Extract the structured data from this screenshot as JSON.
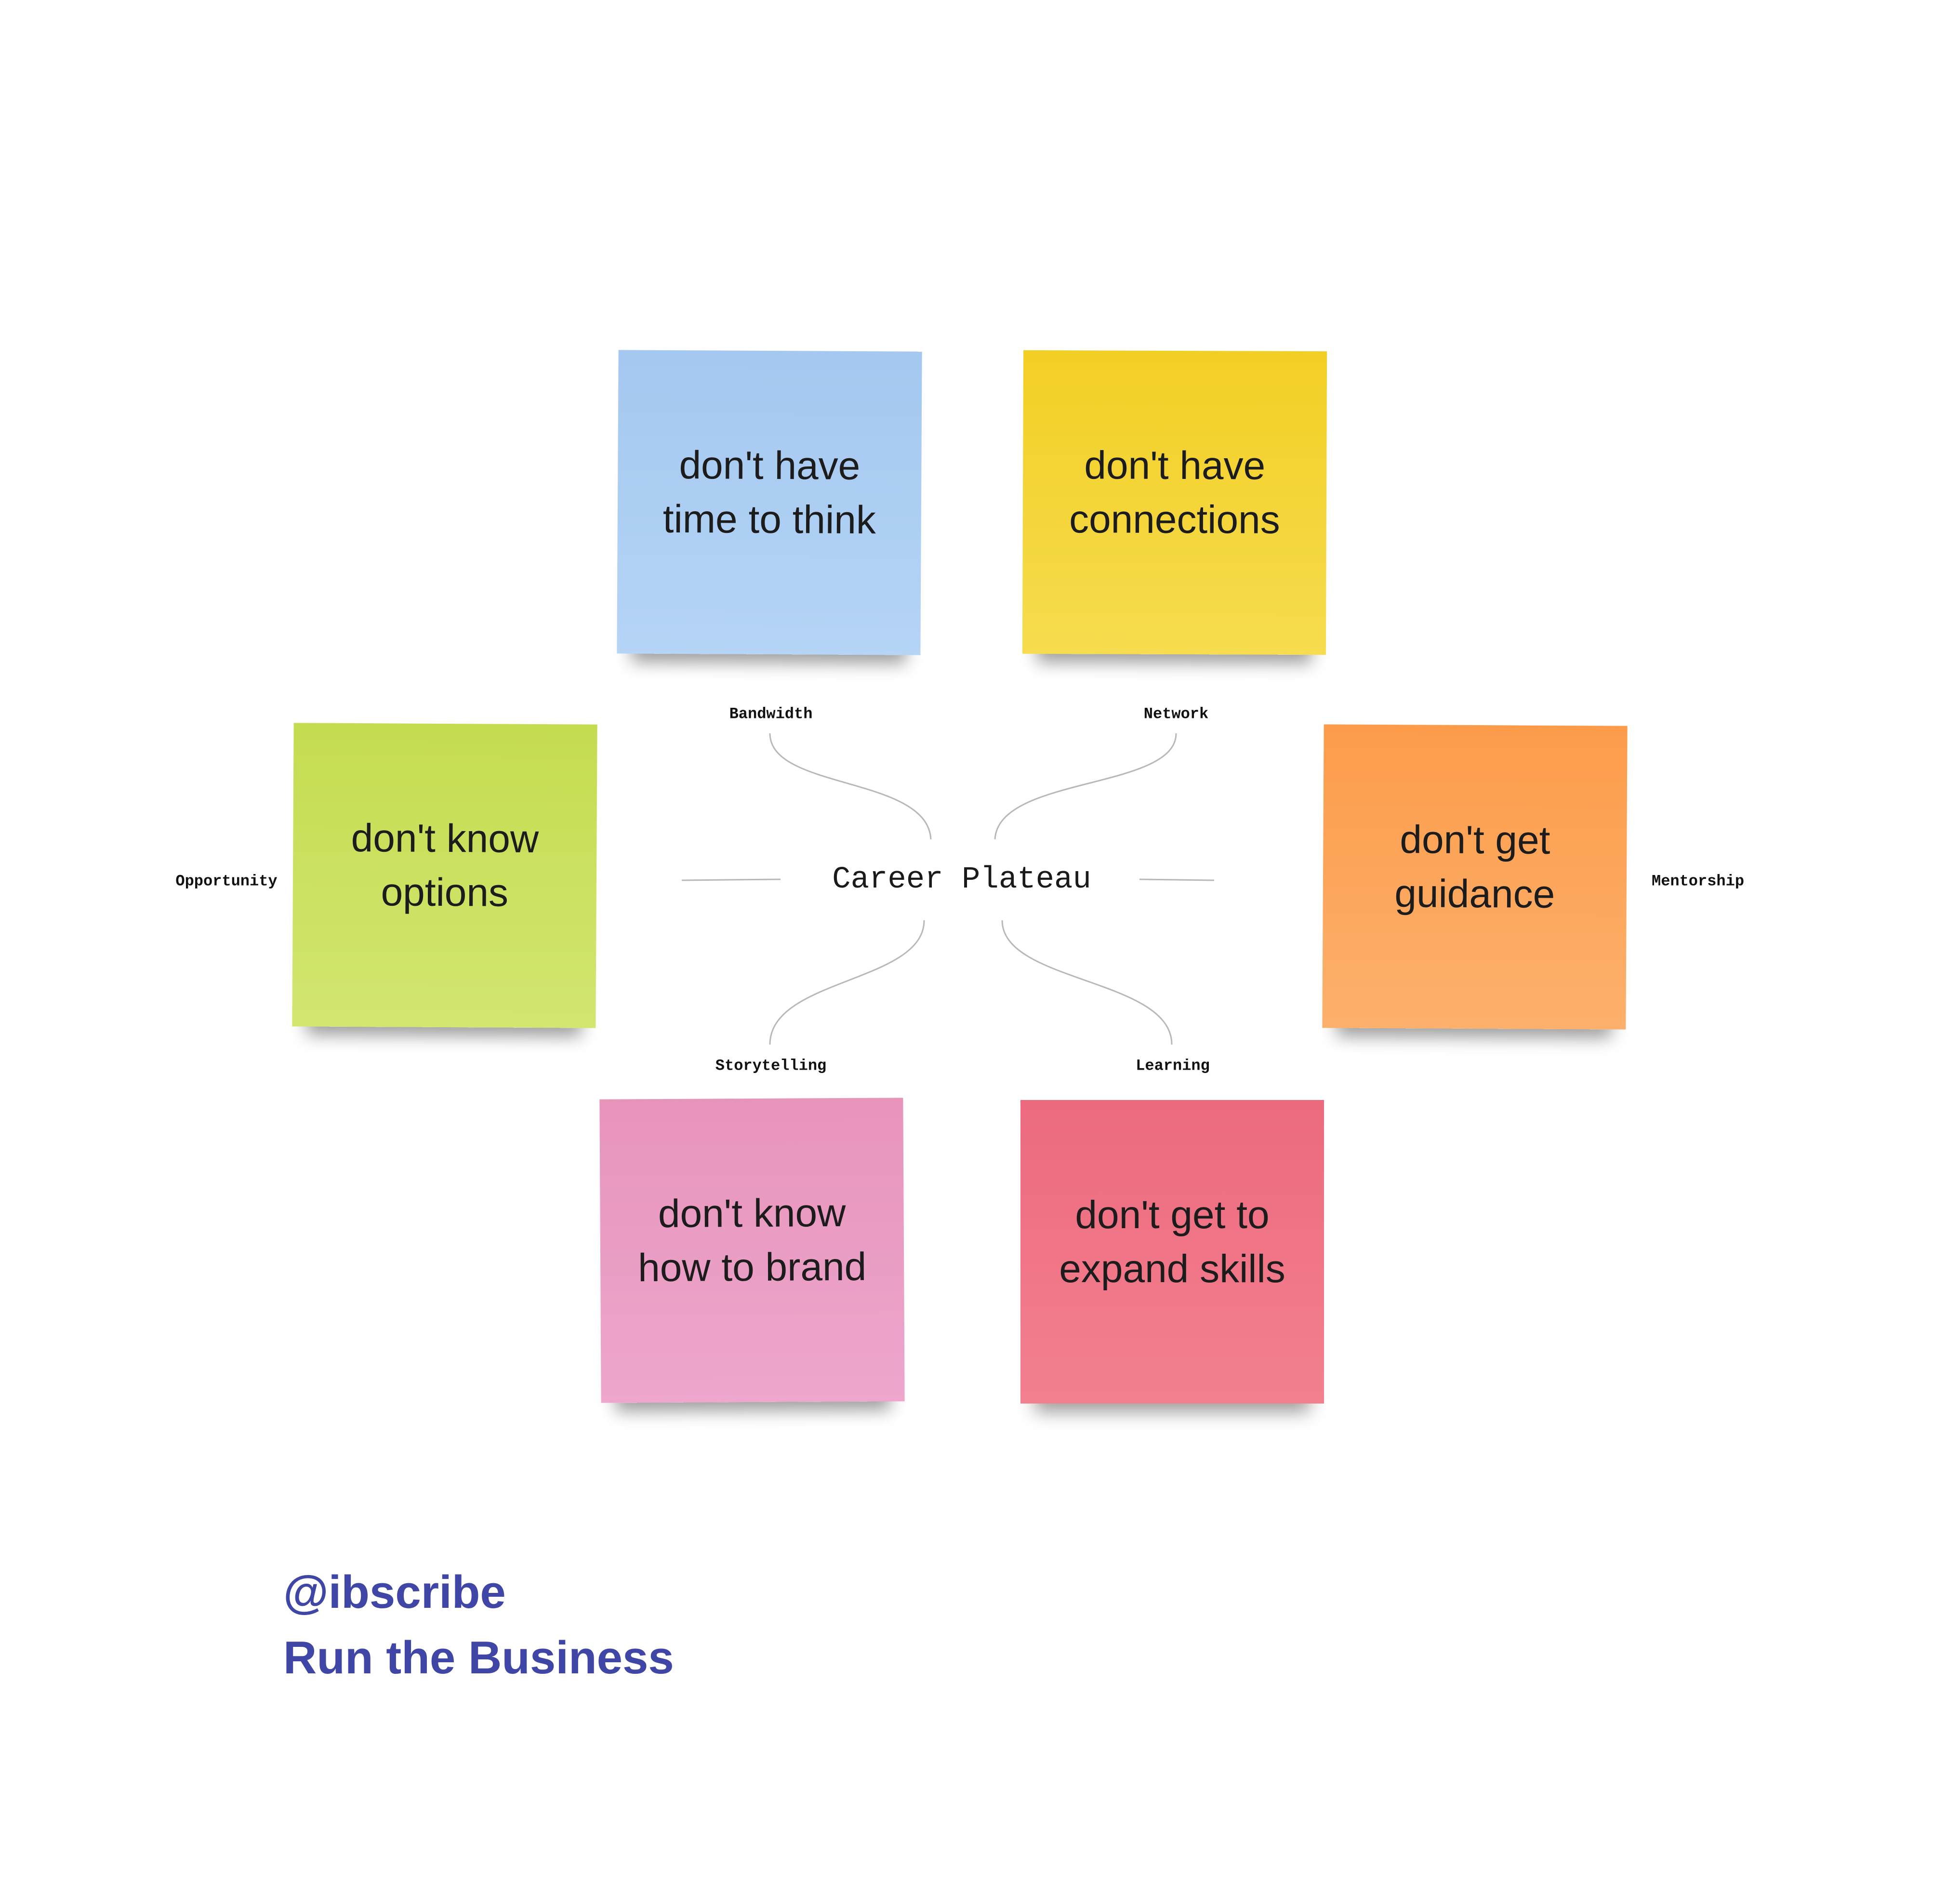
{
  "center": {
    "title": "Career Plateau"
  },
  "notes": [
    {
      "id": "bandwidth",
      "label": "Bandwidth",
      "text": "don't have\ntime to think",
      "color_top": "#a4c8f0",
      "color_bottom": "#b5d4f6"
    },
    {
      "id": "network",
      "label": "Network",
      "text": "don't have\nconnections",
      "color_top": "#f2cf24",
      "color_bottom": "#f6dc4e"
    },
    {
      "id": "opportunity",
      "label": "Opportunity",
      "text": "don't know\noptions",
      "color_top": "#c4dc50",
      "color_bottom": "#d2e670"
    },
    {
      "id": "mentorship",
      "label": "Mentorship",
      "text": "don't get\nguidance",
      "color_top": "#fc9c4a",
      "color_bottom": "#fdb06c"
    },
    {
      "id": "storytelling",
      "label": "Storytelling",
      "text": "don't know\nhow to brand",
      "color_top": "#e794bb",
      "color_bottom": "#eea6cc"
    },
    {
      "id": "learning",
      "label": "Learning",
      "text": "don't get to\nexpand skills",
      "color_top": "#ec6a7e",
      "color_bottom": "#f3808f"
    }
  ],
  "branding": {
    "handle": "@ibscribe",
    "tagline": "Run the Business",
    "color": "#3f46a6"
  }
}
